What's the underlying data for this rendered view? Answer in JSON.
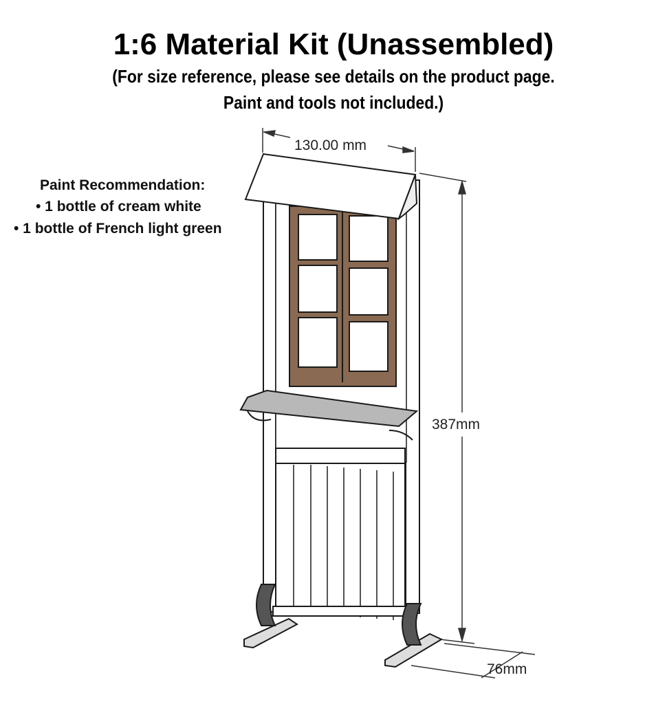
{
  "title": "1:6 Material Kit (Unassembled)",
  "subtitle_line1": "(For size reference, please see details on the product page.",
  "subtitle_line2": "Paint and tools not included.)",
  "paint": {
    "heading": "Paint Recommendation:",
    "items": [
      "• 1 bottle of cream white",
      "• 1 bottle of French light green"
    ]
  },
  "dimensions": {
    "width": "130.00 mm",
    "height": "387mm",
    "depth": "76mm"
  },
  "colors": {
    "frame": "#8a6a52",
    "line": "#1a1a1a",
    "shelf": "#b8b8b8"
  }
}
